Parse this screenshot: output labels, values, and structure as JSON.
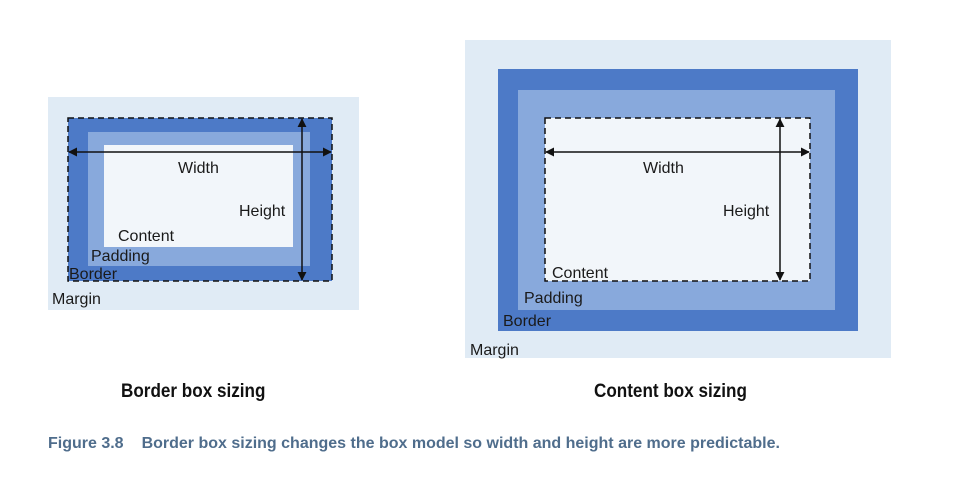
{
  "left_diagram": {
    "width_label": "Width",
    "height_label": "Height",
    "content_label": "Content",
    "padding_label": "Padding",
    "border_label": "Border",
    "margin_label": "Margin",
    "title": "Border box sizing"
  },
  "right_diagram": {
    "width_label": "Width",
    "height_label": "Height",
    "content_label": "Content",
    "padding_label": "Padding",
    "border_label": "Border",
    "margin_label": "Margin",
    "title": "Content box sizing"
  },
  "caption": {
    "number": "Figure 3.8",
    "text": "Border box sizing changes the box model so width and height are more predictable."
  },
  "colors": {
    "margin": "#e0ebf5",
    "border": "#4d7ac7",
    "padding": "#88a9dc",
    "content": "#f2f6fa",
    "caption": "#4f6d8c"
  }
}
